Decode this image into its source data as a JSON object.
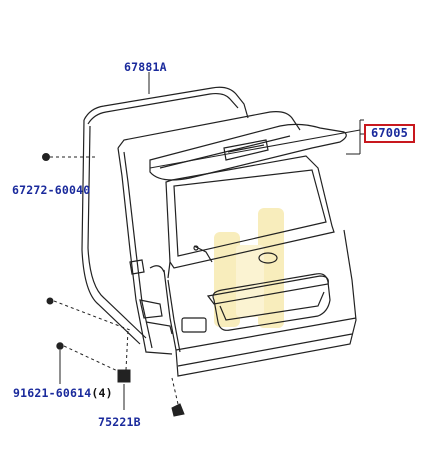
{
  "diagram": {
    "parts": [
      {
        "id": "67881A",
        "label": "67881A"
      },
      {
        "id": "67005",
        "label": "67005",
        "highlight_color": "#c8181e"
      },
      {
        "id": "67272-60040",
        "label": "67272-60040"
      },
      {
        "id": "91621-60614",
        "label": "91621-60614",
        "quantity": "(4)"
      },
      {
        "id": "75221B",
        "label": "75221B"
      }
    ],
    "label_color": "#1a2a9c",
    "line_color": "#222222",
    "watermark_color": "#f6e7a6"
  }
}
